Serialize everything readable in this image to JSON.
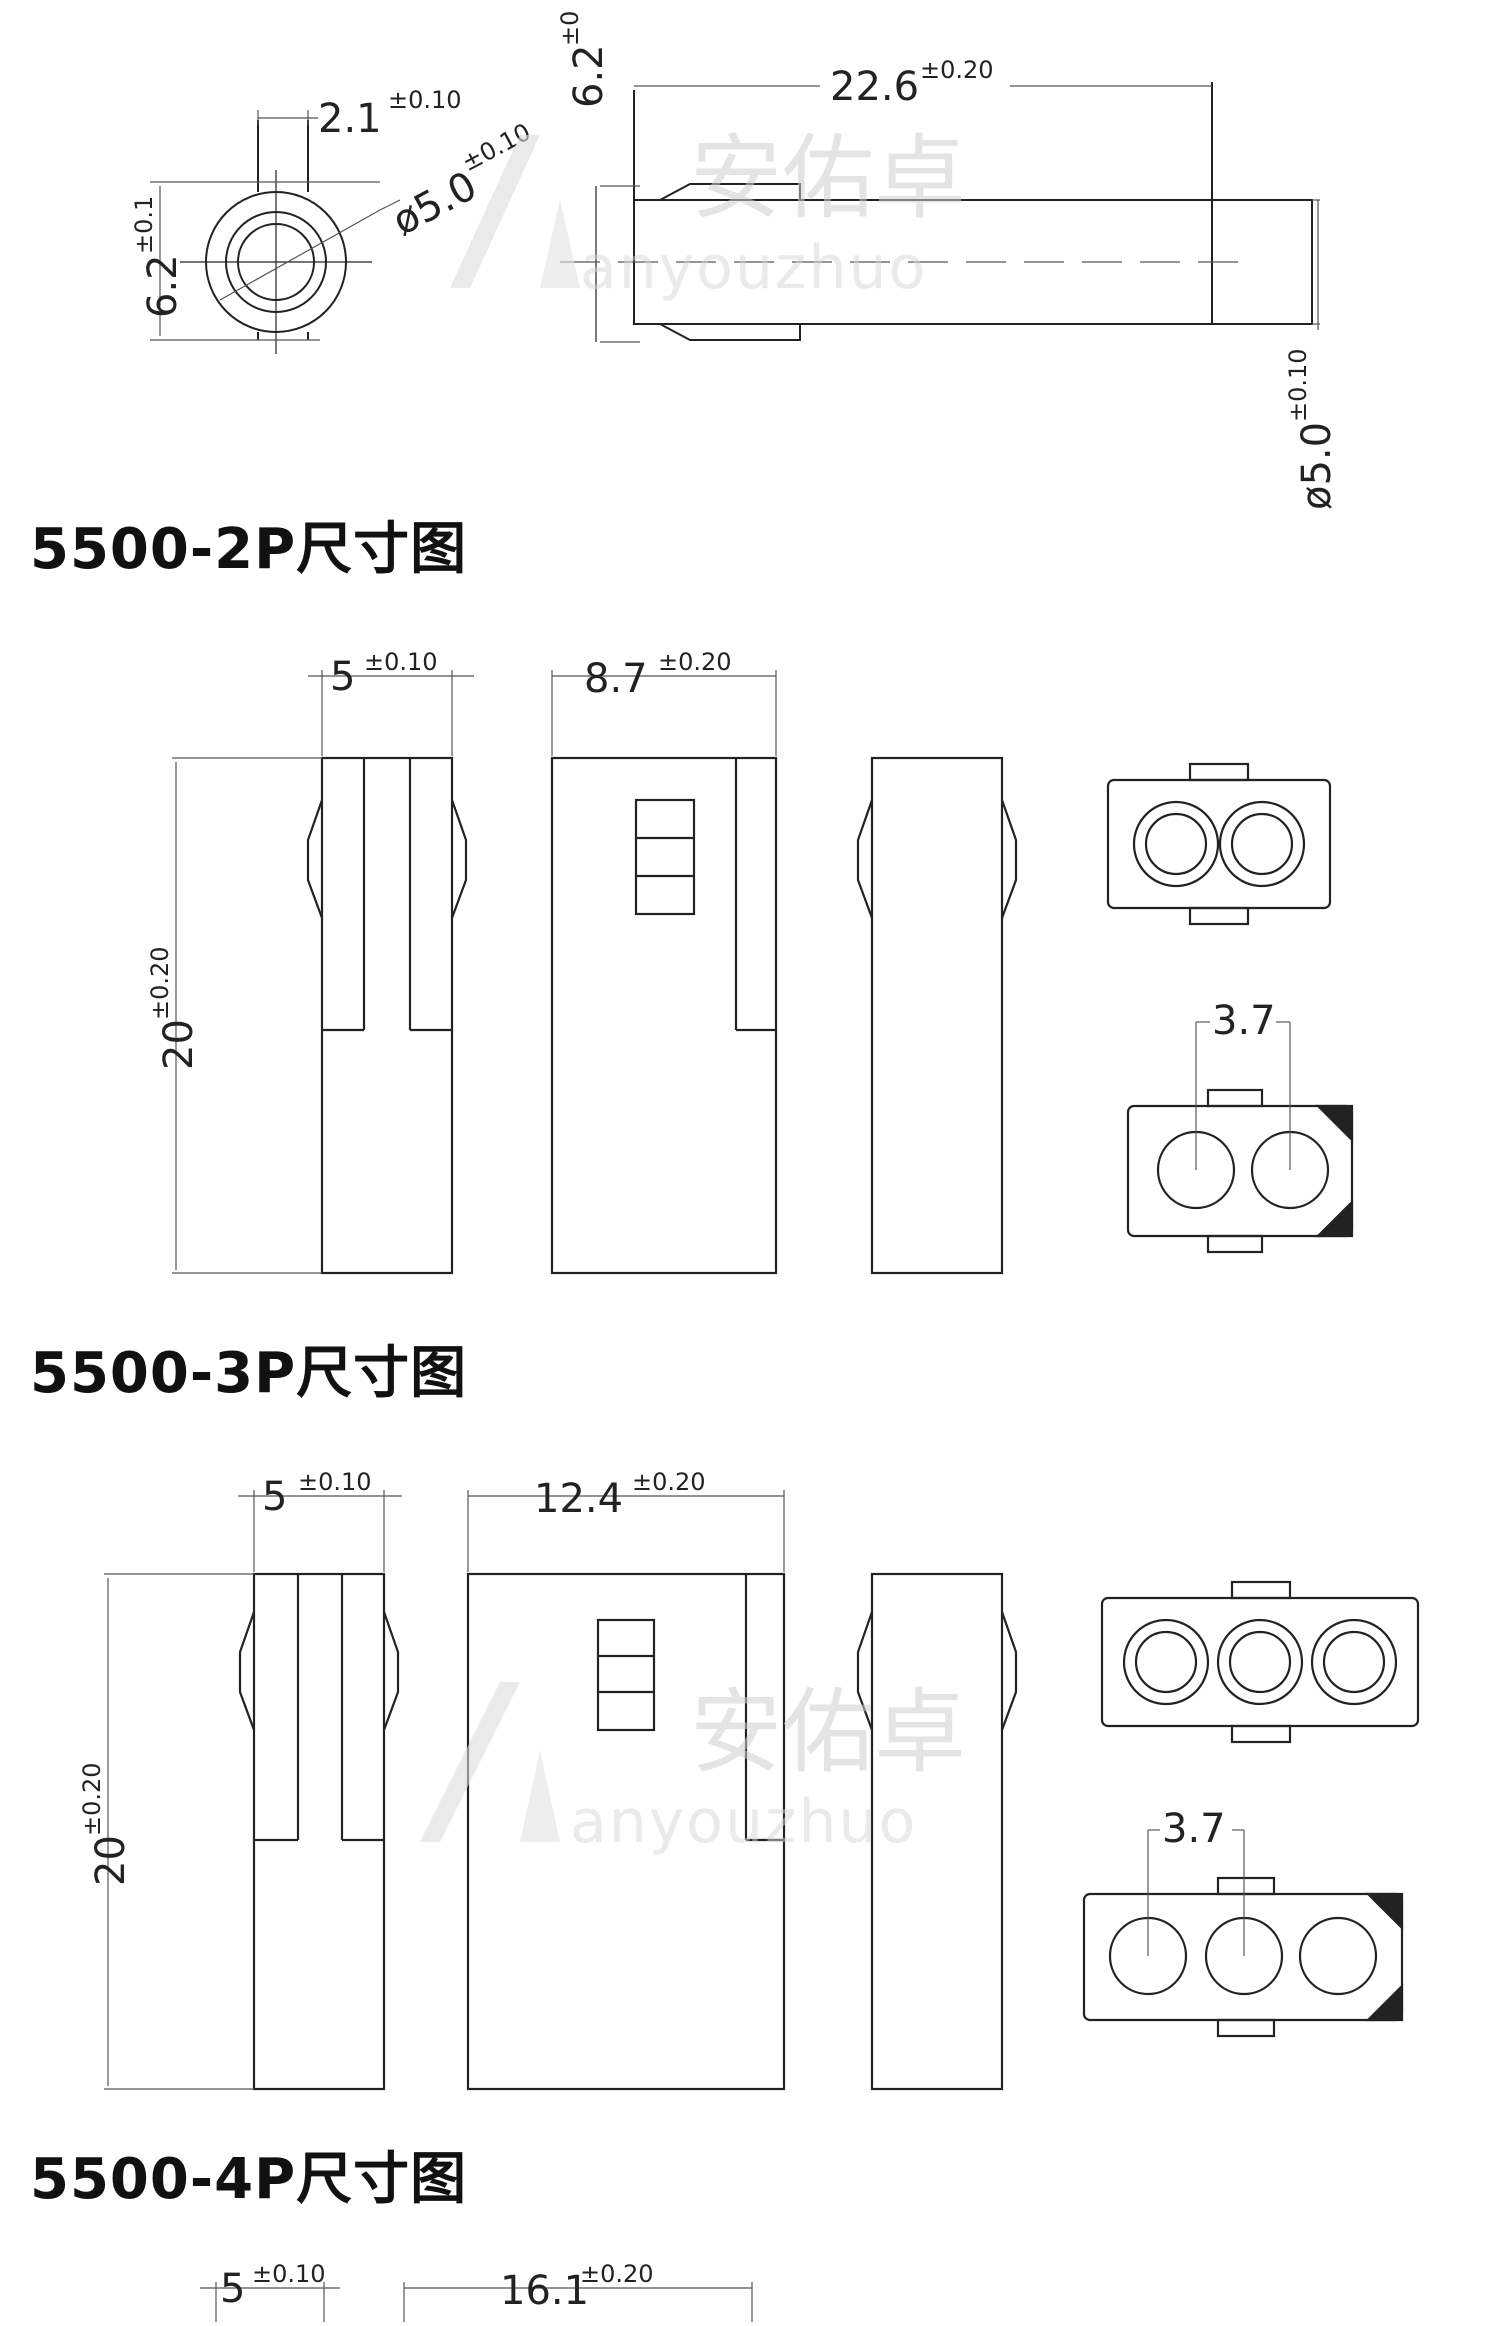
{
  "headings": {
    "p2": "5500-2P尺寸图",
    "p3": "5500-3P尺寸图",
    "p4": "5500-4P尺寸图"
  },
  "watermark": {
    "cn": "安佑卓",
    "en": "anyouzhuo"
  },
  "top": {
    "pin_width": "2.1",
    "pin_width_tol": "±0.10",
    "diameter": "ø5.0",
    "diameter_tol": "±0.10",
    "height": "6.2",
    "height_tol": "±0.1",
    "side_height": "6.2",
    "side_height_tol": "±0",
    "length": "22.6",
    "length_tol": "±0.20",
    "side_diameter": "ø5.0",
    "side_diameter_tol": "±0.10"
  },
  "p2": {
    "width": "5",
    "width_tol": "±0.10",
    "body_width": "8.7",
    "body_width_tol": "±0.20",
    "height": "20",
    "height_tol": "±0.20",
    "pitch": "3.7"
  },
  "p3": {
    "width": "5",
    "width_tol": "±0.10",
    "body_width": "12.4",
    "body_width_tol": "±0.20",
    "height": "20",
    "height_tol": "±0.20",
    "pitch": "3.7"
  },
  "p4": {
    "width": "5",
    "width_tol": "±0.10",
    "body_width": "16.1",
    "body_width_tol": "±0.20"
  },
  "colors": {
    "line": "#222222",
    "thin": "#555555",
    "watermark": "#cfcfcf"
  }
}
